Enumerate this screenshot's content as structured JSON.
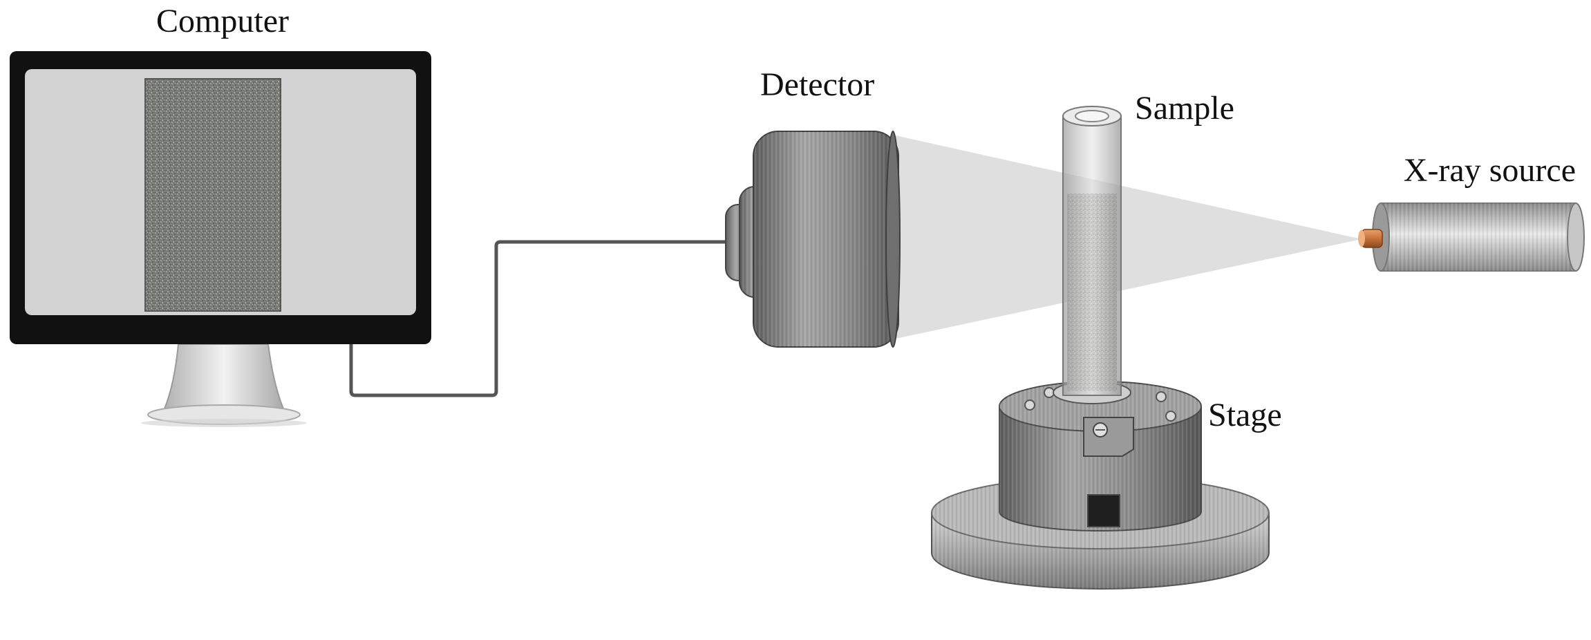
{
  "labels": {
    "computer": "Computer",
    "detector": "Detector",
    "sample": "Sample",
    "xray_source": "X-ray source",
    "stage": "Stage"
  },
  "colors": {
    "monitor_bezel": "#111111",
    "screen": "#d2d2d2",
    "projection": "#bcbcbc",
    "metal": "#8a8a8a",
    "copper": "#c9713a",
    "cable": "#555555"
  }
}
